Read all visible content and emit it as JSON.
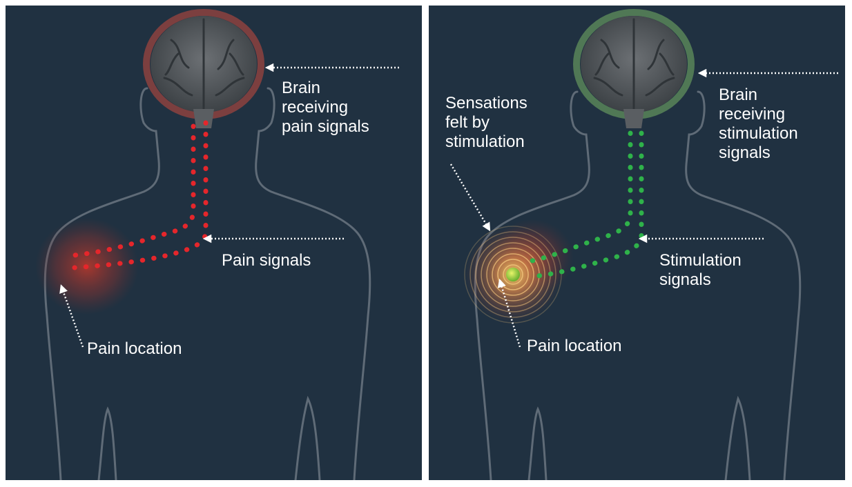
{
  "colors": {
    "background": "#203141",
    "outline": "#5f6b77",
    "pain": "#e5262b",
    "stimulation": "#2fb24a",
    "text": "#ffffff"
  },
  "left_panel": {
    "brain_label": [
      "Brain",
      "receiving",
      "pain signals"
    ],
    "signals_label": "Pain signals",
    "location_label": "Pain location"
  },
  "right_panel": {
    "brain_label": [
      "Brain",
      "receiving",
      "stimulation",
      "signals"
    ],
    "sensations_label": [
      "Sensations",
      "felt by",
      "stimulation"
    ],
    "signals_label": [
      "Stimulation",
      "signals"
    ],
    "location_label": "Pain location"
  },
  "icons": [
    "brain-icon",
    "body-outline-icon",
    "arrow-left-icon",
    "arrow-up-icon"
  ]
}
